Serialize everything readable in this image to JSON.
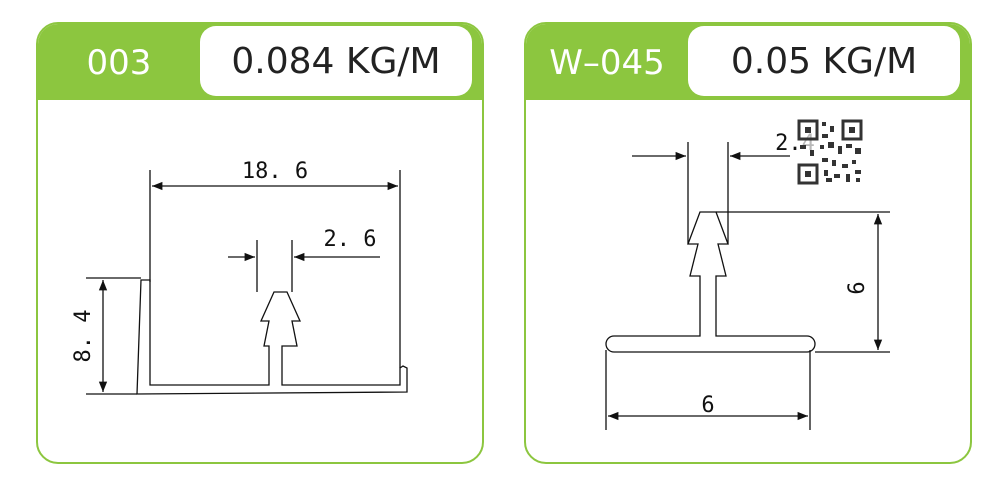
{
  "cards": [
    {
      "code": "003",
      "weight": "0.084 KG/M",
      "dimensions": {
        "width": "18. 6",
        "slot": "2. 6",
        "height": "8. 4"
      }
    },
    {
      "code": "W–045",
      "weight": "0.05 KG/M",
      "dimensions": {
        "tip": "2.4",
        "height": "6",
        "width": "6"
      }
    }
  ],
  "colors": {
    "accent": "#8cc63f",
    "line": "#111111"
  },
  "icons": [
    "qr-code-icon"
  ]
}
